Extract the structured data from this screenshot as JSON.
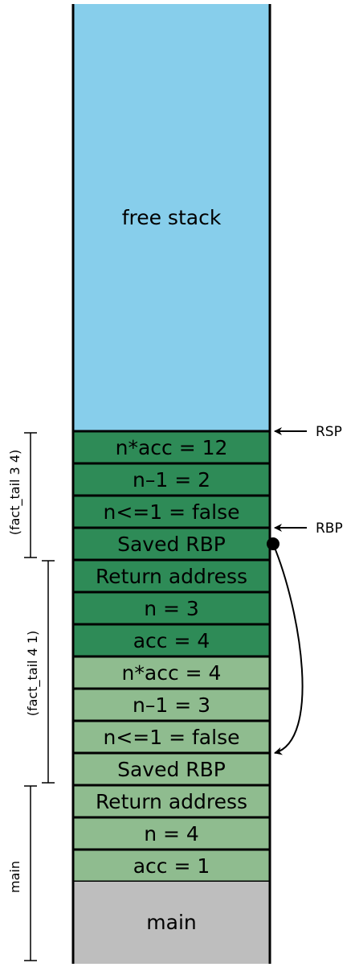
{
  "colors": {
    "free": "#87ceeb",
    "dark_green": "#2e8b57",
    "light_green": "#8fbc8f",
    "main_gray": "#bebebe",
    "outline": "#000000"
  },
  "stack": {
    "free_label": "free stack",
    "frames": [
      {
        "label": "n*acc = 12",
        "tone": "dark"
      },
      {
        "label": "n–1 = 2",
        "tone": "dark"
      },
      {
        "label": "n<=1 = false",
        "tone": "dark"
      },
      {
        "label": "Saved RBP",
        "tone": "dark"
      },
      {
        "label": "Return address",
        "tone": "dark"
      },
      {
        "label": "n = 3",
        "tone": "dark"
      },
      {
        "label": "acc = 4",
        "tone": "dark"
      },
      {
        "label": "n*acc = 4",
        "tone": "light"
      },
      {
        "label": "n–1 = 3",
        "tone": "light"
      },
      {
        "label": "n<=1 = false",
        "tone": "light"
      },
      {
        "label": "Saved RBP",
        "tone": "light"
      },
      {
        "label": "Return address",
        "tone": "light"
      },
      {
        "label": "n = 4",
        "tone": "light"
      },
      {
        "label": "acc = 1",
        "tone": "light"
      }
    ],
    "main_label": "main"
  },
  "pointers": {
    "rsp": "RSP",
    "rbp": "RBP"
  },
  "braces": [
    {
      "label": "(fact_tail 3 4)"
    },
    {
      "label": "(fact_tail 4 1)"
    },
    {
      "label": "main"
    }
  ]
}
